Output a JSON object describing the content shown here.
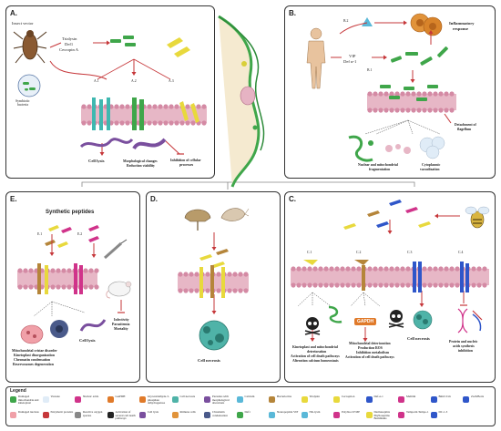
{
  "panels": {
    "a": {
      "label": "A.",
      "insect_vector": "Insect vector",
      "symbiotic_bacteria": [
        "Symbiotic",
        "bacteria"
      ],
      "molecules": [
        "Trialysin",
        "Def1",
        "Cecropin A"
      ],
      "steps": [
        "A.1",
        "A.2",
        "A.3"
      ],
      "cell_lysis": "Cell lysis",
      "morph_changes": [
        "Morphological changes",
        "Reduction viability"
      ],
      "inhibition": [
        "Inhibition of cellular",
        "processes"
      ]
    },
    "b": {
      "label": "B.",
      "b2": "B.2",
      "inflammatory": [
        "Inflammatory",
        "response"
      ],
      "molecules": [
        "VIP",
        "Def α-1"
      ],
      "b1": "B.1",
      "detachment": [
        "Detachment of",
        "flagellum"
      ],
      "nuclear": [
        "Nuclear and mitochondrial",
        "fragmentation"
      ],
      "cytoplasmic": [
        "Cytoplasmic",
        "vacuolization"
      ]
    },
    "c": {
      "label": "C.",
      "steps": [
        "C.1",
        "C.2",
        "C.3",
        "C.4"
      ],
      "gapdh": "GAPDH",
      "kinetoplast": [
        "Kinetoplast and mitochondrial",
        "deterioration",
        "Activation of cell death pathways",
        "Alteration calcium homeostasis"
      ],
      "mito": [
        "Mitochondrial deterioration",
        "Production ROS",
        "Inhibition metabolism",
        "Activation of  cell death pathways"
      ],
      "necrosis": "Cell necrosis",
      "protein": [
        "Protein and nucleic",
        "acids synthesis",
        "inhibition"
      ]
    },
    "d": {
      "label": "D.",
      "necrosis": "Cell necrosis"
    },
    "e": {
      "label": "E.",
      "title": "Synthetic peptides",
      "steps": [
        "E.1",
        "E.2"
      ],
      "mito": [
        "Mitochondrial cristae disorder",
        "Kinetoplast disorganization",
        "Chromatin condensation",
        "Reservosomes degeneration"
      ],
      "lysis": "Cell lysis",
      "infectivity": [
        "Infectivity",
        "Parasitemia",
        "Mortality"
      ]
    }
  },
  "legend": {
    "title": "Legend",
    "items": [
      "Damaged mitochondria and kinetoplast",
      "Vacuole",
      "Nucleic acids",
      "GAPDH",
      "Glyceraldehyde-3-phosphate dehydrogenase",
      "Cell necrosis",
      "Parasites with morphological alterations",
      "Calcium",
      "Bacteriocins",
      "Trialysin",
      "Cecropin A",
      "Def-α-1",
      "Melittin",
      "BmrC/Cm",
      "Zach/Boris",
      "Damaged nucleus",
      "Enzymatic proteins",
      "Reactive oxygen species",
      "Activation of several cell death pathways",
      "Cell lysis",
      "Immune cells",
      "Chromatin condensation",
      "Def1",
      "Neuropeptide VIP",
      "NK-lysin",
      "Polybia-CP MP",
      "Dermaseptins Phylloseptins Bombinins",
      "Temporin Tempo-1",
      "DC-1-3"
    ]
  },
  "colors": {
    "membrane_pink": "#e7b7c6",
    "membrane_head": "#d48aa4",
    "green": "#3fa64a",
    "teal": "#3fb8b0",
    "purple": "#7a4f9e",
    "arrow_red": "#c6373a",
    "yellow": "#e8d93d",
    "brown": "#b5853a",
    "blue": "#2f56c9",
    "magenta": "#d0338a",
    "border": "#333333"
  }
}
